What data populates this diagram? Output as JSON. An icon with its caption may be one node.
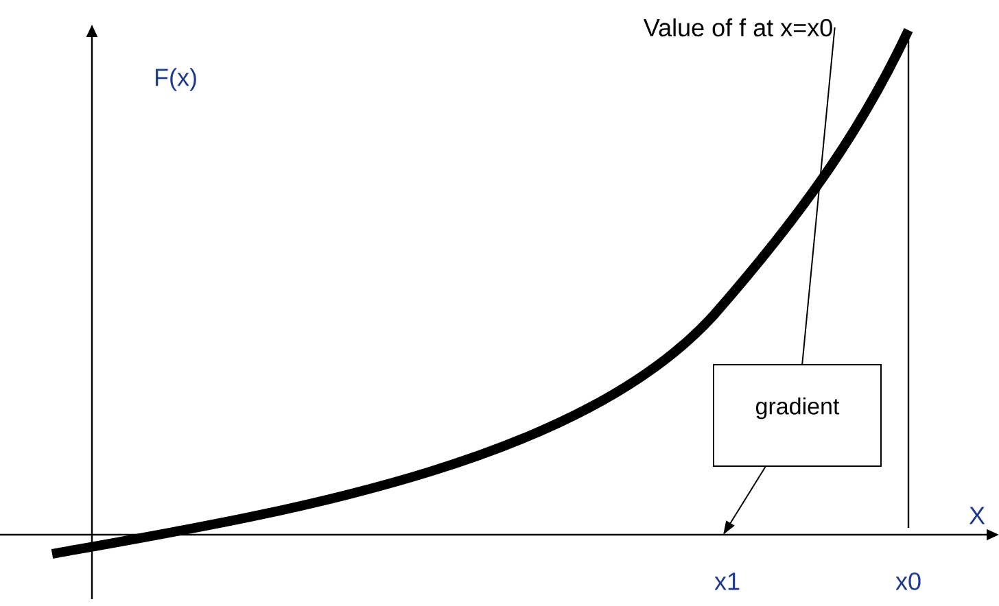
{
  "diagram": {
    "nodes": [
      {
        "text": [
          "Value of f at x=x0"
        ]
      },
      {
        "text": [
          "gradient"
        ]
      }
    ],
    "edges": [
      {
        "from": 0,
        "to": 1,
        "arrow": "none"
      },
      {
        "from": 1,
        "to": null,
        "arrow": "to"
      }
    ],
    "labels": [
      "F(x)",
      "X",
      "x1",
      "x0"
    ]
  }
}
